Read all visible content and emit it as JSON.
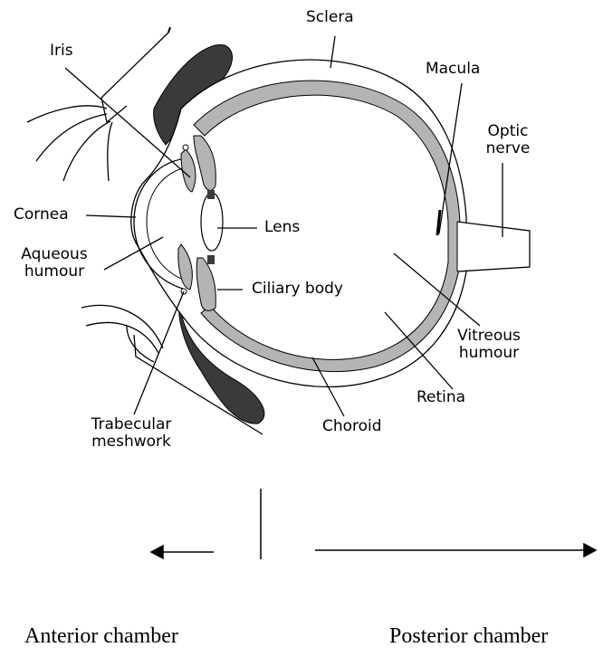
{
  "diagram": {
    "labels": {
      "sclera": "Sclera",
      "iris": "Iris",
      "macula": "Macula",
      "optic_nerve_line1": "Optic",
      "optic_nerve_line2": "nerve",
      "cornea": "Cornea",
      "lens": "Lens",
      "aqueous_line1": "Aqueous",
      "aqueous_line2": "humour",
      "ciliary_body": "Ciliary body",
      "vitreous_line1": "Vitreous",
      "vitreous_line2": "humour",
      "retina": "Retina",
      "choroid": "Choroid",
      "trabecular_line1": "Trabecular",
      "trabecular_line2": "meshwork"
    },
    "chambers": {
      "anterior": "Anterior chamber",
      "posterior": "Posterior chamber"
    },
    "colors": {
      "outline": "#000000",
      "gray_fill": "#b4b4b4",
      "dark_fill": "#3a3a3a",
      "light_gray": "#d6d6d6"
    }
  }
}
